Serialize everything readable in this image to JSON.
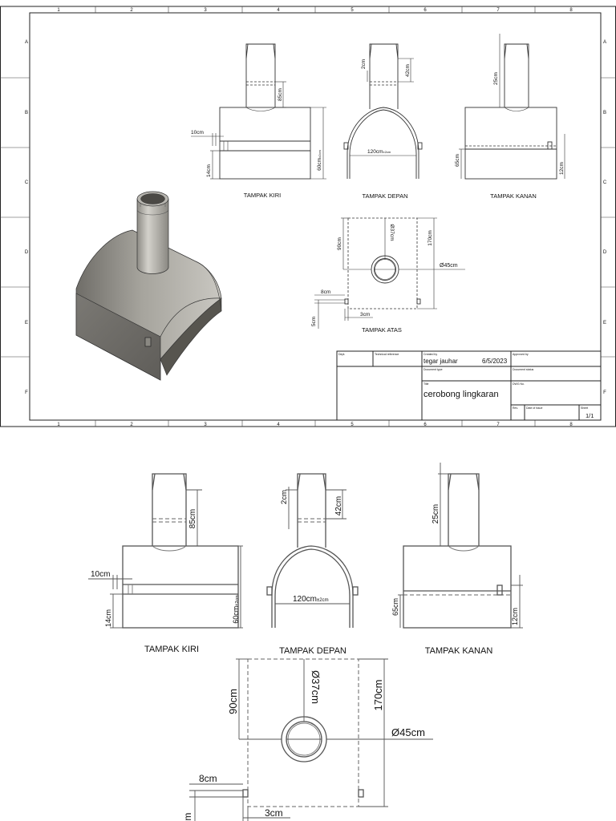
{
  "grid": {
    "columns": [
      "1",
      "2",
      "3",
      "4",
      "5",
      "6",
      "7",
      "8"
    ],
    "rows": [
      "A",
      "B",
      "C",
      "D",
      "E",
      "F"
    ]
  },
  "views": {
    "left": {
      "title": "TAMPAK KIRI",
      "dim_stack": "85cm",
      "dim_height": "60cm",
      "dim_height_tol": "±2cm",
      "dim_hole": "10cm",
      "dim_bottom": "14cm"
    },
    "front": {
      "title": "TAMPAK DEPAN",
      "dim_gap": "2cm",
      "dim_stack": "42cm",
      "dim_width": "120cm",
      "dim_width_tol": "±2cm"
    },
    "right": {
      "title": "TAMPAK KANAN",
      "dim_stack": "25cm",
      "dim_height": "65cm",
      "dim_bottom": "12cm"
    },
    "top": {
      "title": "TAMPAK ATAS",
      "dim_inner_dia": "Ø37cm",
      "dim_outer_dia": "Ø45cm",
      "dim_offset": "90cm",
      "dim_length": "170cm",
      "dim_tab": "8cm",
      "dim_tab_offset": "3cm",
      "dim_tab_width": "5cm"
    }
  },
  "title_block": {
    "dept_label": "Dept.",
    "tech_ref_label": "Technical reference",
    "created_by_label": "Created by",
    "created_by": "tegar jauhar",
    "date": "6/5/2023",
    "approved_by_label": "Approved by",
    "doc_type_label": "Document type",
    "doc_status_label": "Document status",
    "title_label": "Title",
    "title": "cerobong lingkaran",
    "dwg_no_label": "DWG No.",
    "rev_label": "Rev.",
    "date_issue_label": "Date of issue",
    "sheet_label": "Sheet",
    "sheet": "1/1"
  },
  "colors": {
    "line": "#333333",
    "metal_light": "#c8c6c0",
    "metal_mid": "#a19f98",
    "metal_dark": "#6f6d68"
  }
}
